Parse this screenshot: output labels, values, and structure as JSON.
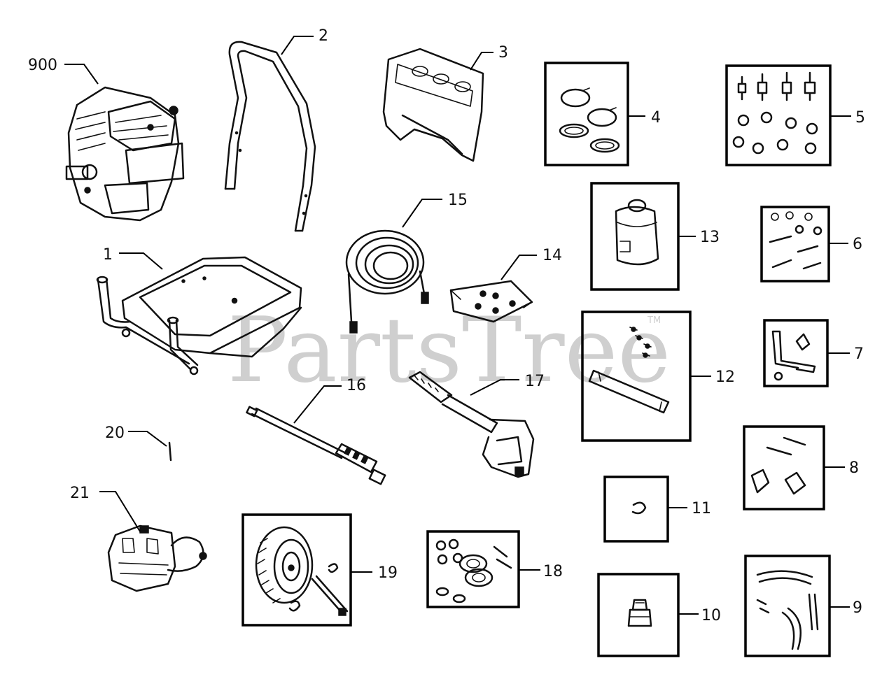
{
  "watermark": {
    "text": "PartsTree",
    "trademark": "TM"
  },
  "callouts": {
    "c900": "900",
    "c1": "1",
    "c2": "2",
    "c3": "3",
    "c4": "4",
    "c5": "5",
    "c6": "6",
    "c7": "7",
    "c8": "8",
    "c9": "9",
    "c10": "10",
    "c11": "11",
    "c12": "12",
    "c13": "13",
    "c14": "14",
    "c15": "15",
    "c16": "16",
    "c17": "17",
    "c18": "18",
    "c19": "19",
    "c20": "20",
    "c21": "21"
  }
}
